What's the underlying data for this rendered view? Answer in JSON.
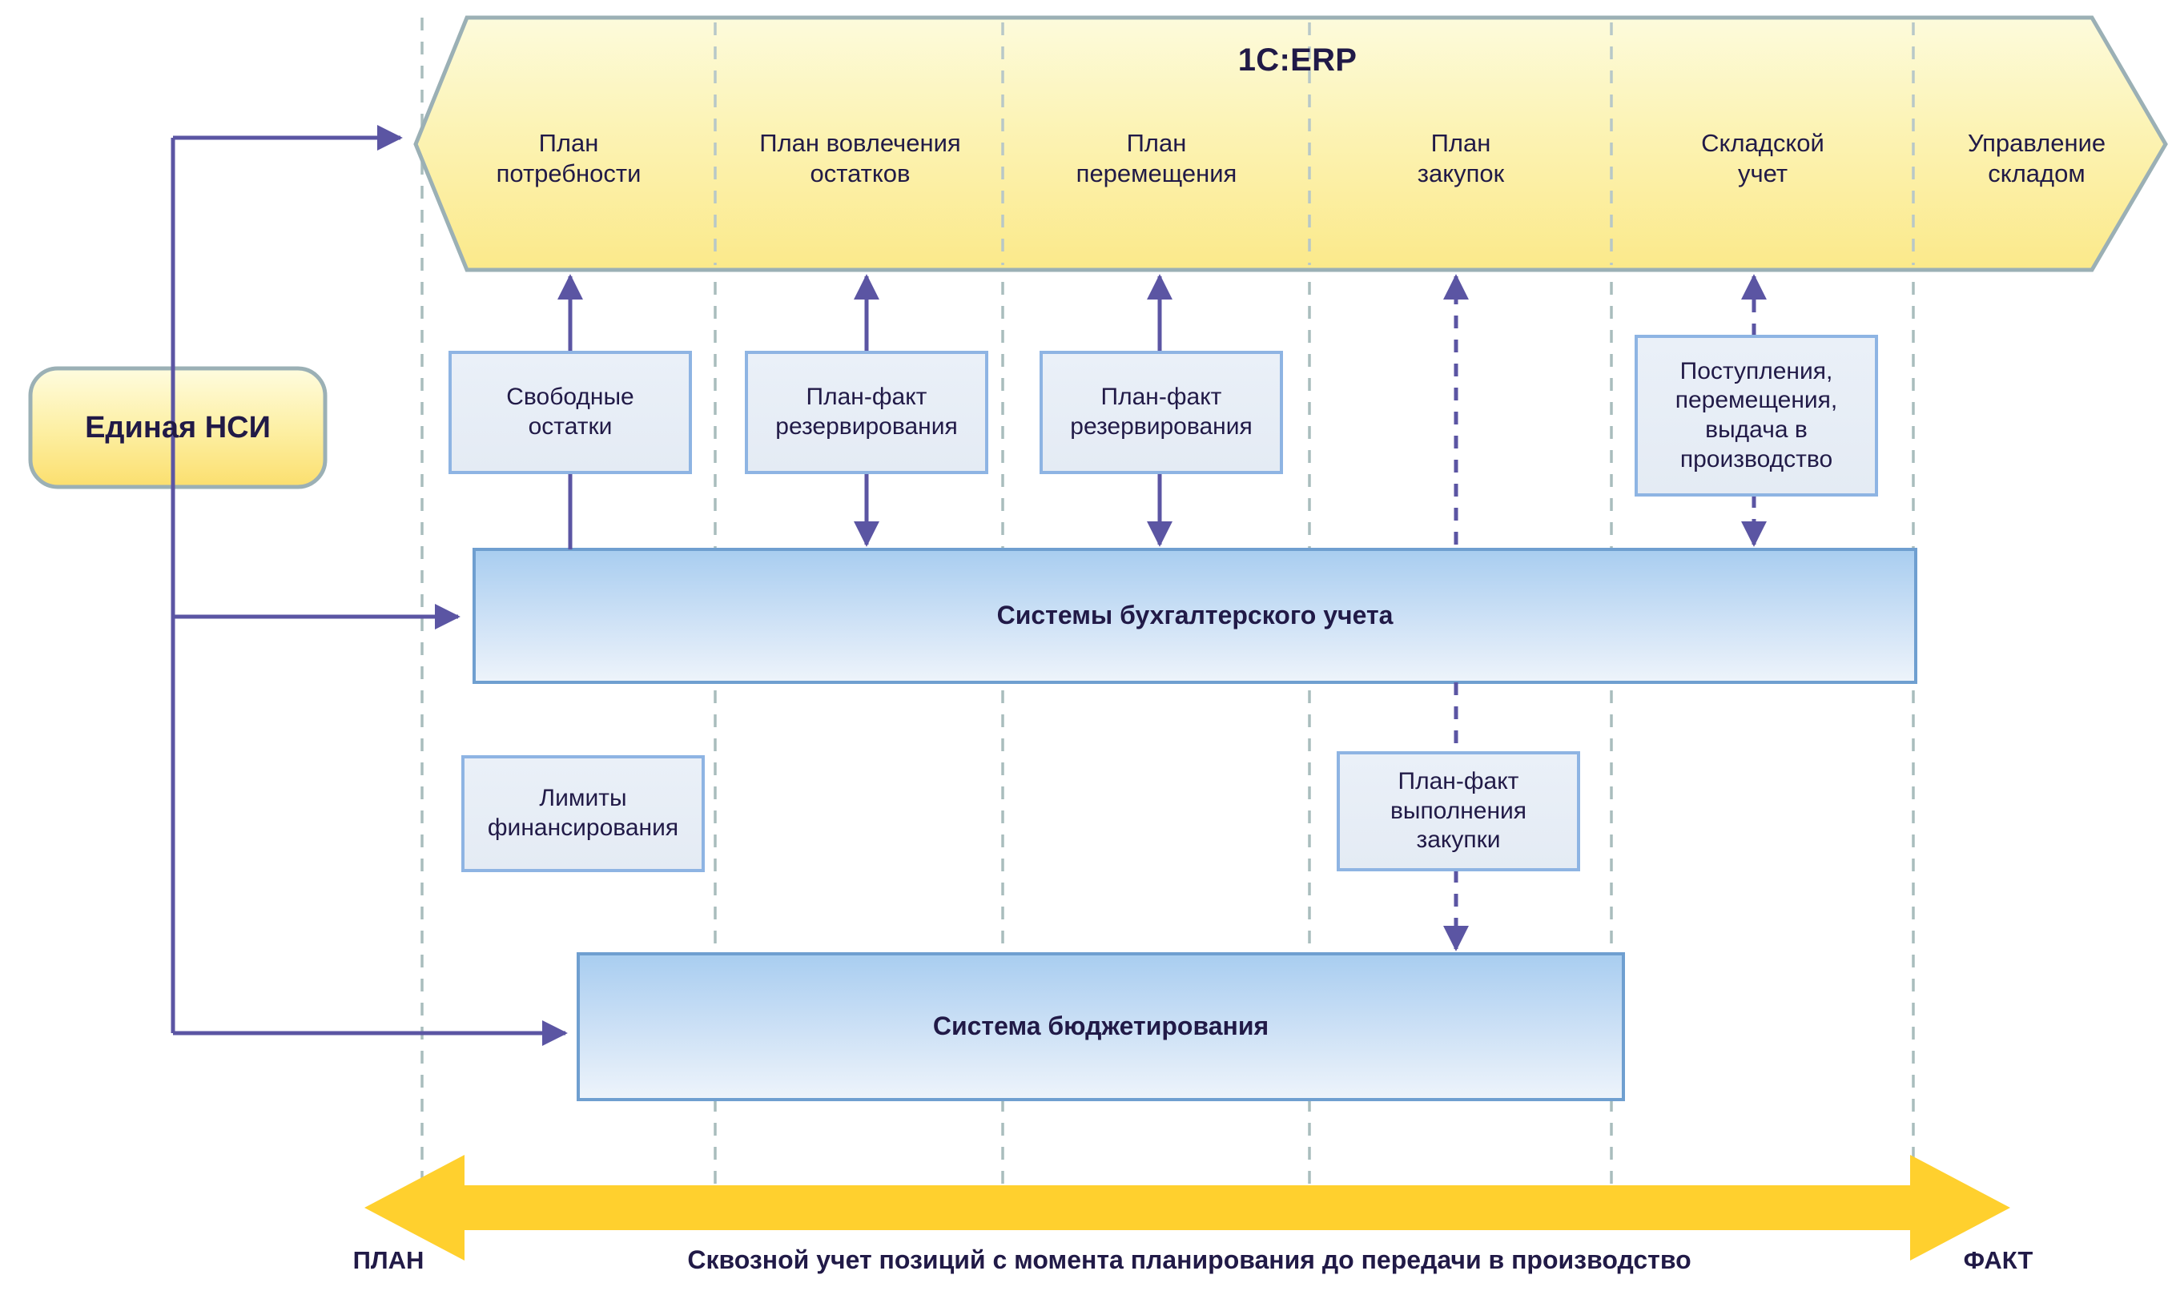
{
  "diagram": {
    "title": "1C:ERP",
    "erp_columns": [
      {
        "label": "План\nпотребности"
      },
      {
        "label": "План вовлечения\nостатков"
      },
      {
        "label": "План\nперемещения"
      },
      {
        "label": "План\nзакупок"
      },
      {
        "label": "Складской\nучет"
      },
      {
        "label": "Управление\nскладом"
      }
    ],
    "master_data": {
      "label": "Единая НСИ"
    },
    "cards": [
      {
        "label": "Свободные\nостатки"
      },
      {
        "label": "План-факт\nрезервирования"
      },
      {
        "label": "План-факт\nрезервирования"
      },
      {
        "label": "Поступления,\nперемещения,\nвыдача в\nпроизводство"
      },
      {
        "label": "Лимиты\nфинансирования"
      },
      {
        "label": "План-факт\nвыполнения\nзакупки"
      }
    ],
    "bands": [
      {
        "label": "Системы бухгалтерского учета"
      },
      {
        "label": "Система бюджетирования"
      }
    ],
    "axis": {
      "left_label": "ПЛАН",
      "right_label": "ФАКТ",
      "caption": "Сквозной учет позиций с момента планирования до передачи в производство"
    },
    "colors": {
      "erp_fill_top": "#fdfbdc",
      "erp_fill_bottom": "#fbe98a",
      "erp_stroke": "#9bb0b5",
      "nsi_fill_top": "#fefbdd",
      "nsi_fill_bottom": "#fbdf6e",
      "card_fill": "#e8eef7",
      "card_stroke": "#8eb4e3",
      "band_fill_top": "#a8cdf0",
      "band_fill_bottom": "#eef4fb",
      "band_stroke": "#6f9fd0",
      "connector": "#5b55a3",
      "lane_divider": "#a9bdbd",
      "axis_arrow": "#ffd02e",
      "text": "#211a47"
    }
  }
}
